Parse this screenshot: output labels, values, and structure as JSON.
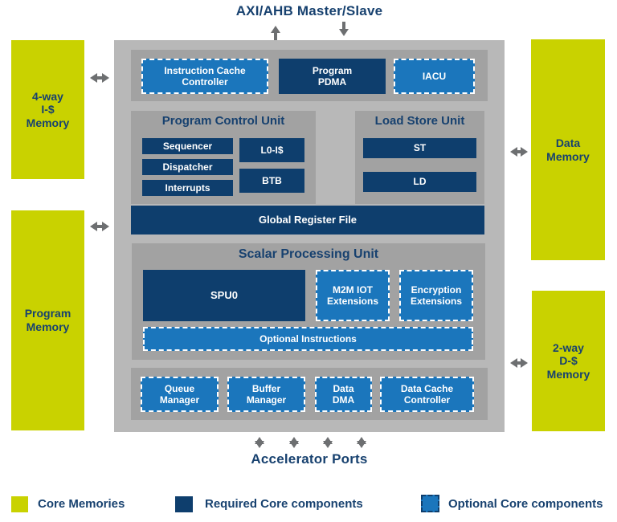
{
  "colors": {
    "navy": "#0e3e6d",
    "blue": "#1b76bc",
    "yellow": "#c9d200",
    "gray-outer": "#b8b8b8",
    "gray-inner": "#a2a2a2",
    "arrow": "#6d6f71",
    "text": "#17416f"
  },
  "buses": {
    "top_label": "AXI/AHB Master/Slave",
    "bottom_label": "Accelerator Ports"
  },
  "memories": {
    "left_top": "4-way\nI-$\nMemory",
    "left_bottom": "Program\nMemory",
    "right_top": "Data\nMemory",
    "right_bottom": "2-way\nD-$\nMemory"
  },
  "core": {
    "top_row": {
      "icc": "Instruction Cache\nController",
      "pdma": "Program\nPDMA",
      "iacu": "IACU"
    },
    "pcu": {
      "title": "Program Control Unit",
      "items_left": [
        "Sequencer",
        "Dispatcher",
        "Interrupts"
      ],
      "items_right": [
        "L0-I$",
        "BTB"
      ]
    },
    "lsu": {
      "title": "Load Store Unit",
      "items": [
        "ST",
        "LD"
      ]
    },
    "grf": "Global Register File",
    "spu": {
      "title": "Scalar Processing Unit",
      "main": "SPU0",
      "ext": [
        "M2M IOT\nExtensions",
        "Encryption\nExtensions"
      ],
      "bar": "Optional Instructions"
    },
    "bottom_row": [
      "Queue\nManager",
      "Buffer\nManager",
      "Data\nDMA",
      "Data Cache\nController"
    ]
  },
  "legend": {
    "memories": "Core Memories",
    "required": "Required Core components",
    "optional": "Optional Core components"
  }
}
